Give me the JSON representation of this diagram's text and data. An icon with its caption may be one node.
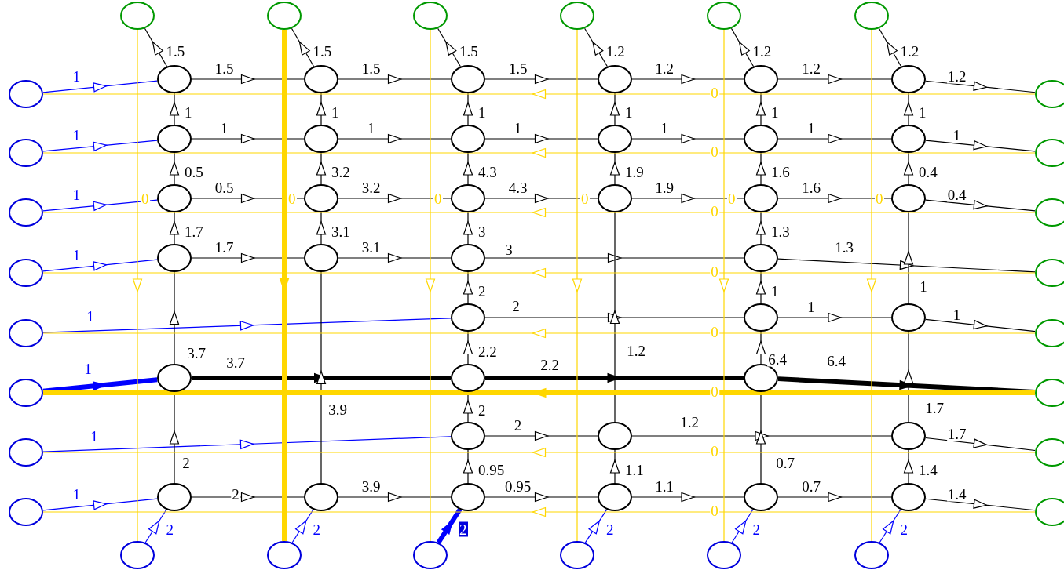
{
  "diagram": {
    "nodes": [
      {
        "text": [],
        "shape": "ellipse"
      },
      {
        "text": [],
        "shape": "ellipse"
      },
      {
        "text": [],
        "shape": "ellipse"
      },
      {
        "text": [],
        "shape": "ellipse"
      },
      {
        "text": [],
        "shape": "ellipse"
      },
      {
        "text": [],
        "shape": "ellipse"
      },
      {
        "text": [],
        "shape": "ellipse"
      },
      {
        "text": [],
        "shape": "ellipse"
      },
      {
        "text": [],
        "shape": "ellipse"
      },
      {
        "text": [],
        "shape": "ellipse"
      },
      {
        "text": [],
        "shape": "ellipse"
      },
      {
        "text": [],
        "shape": "ellipse"
      },
      {
        "text": [],
        "shape": "ellipse"
      },
      {
        "text": [],
        "shape": "ellipse"
      },
      {
        "text": [],
        "shape": "ellipse"
      },
      {
        "text": [],
        "shape": "ellipse"
      },
      {
        "text": [],
        "shape": "ellipse"
      },
      {
        "text": [],
        "shape": "ellipse"
      },
      {
        "text": [],
        "shape": "ellipse"
      },
      {
        "text": [],
        "shape": "ellipse"
      },
      {
        "text": [],
        "shape": "ellipse"
      },
      {
        "text": [],
        "shape": "ellipse"
      },
      {
        "text": [],
        "shape": "ellipse"
      },
      {
        "text": [],
        "shape": "ellipse"
      },
      {
        "text": [],
        "shape": "ellipse"
      },
      {
        "text": [],
        "shape": "ellipse"
      },
      {
        "text": [],
        "shape": "ellipse"
      },
      {
        "text": [],
        "shape": "ellipse"
      },
      {
        "text": [],
        "shape": "ellipse"
      },
      {
        "text": [],
        "shape": "ellipse"
      },
      {
        "text": [],
        "shape": "ellipse"
      },
      {
        "text": [],
        "shape": "ellipse"
      },
      {
        "text": [],
        "shape": "ellipse"
      },
      {
        "text": [],
        "shape": "ellipse"
      },
      {
        "text": [],
        "shape": "ellipse"
      },
      {
        "text": [],
        "shape": "ellipse"
      },
      {
        "text": [],
        "shape": "ellipse"
      },
      {
        "text": [],
        "shape": "ellipse"
      },
      {
        "text": [],
        "shape": "ellipse"
      },
      {
        "text": [],
        "shape": "ellipse"
      },
      {
        "text": [],
        "shape": "ellipse"
      },
      {
        "text": [],
        "shape": "ellipse"
      },
      {
        "text": [],
        "shape": "ellipse"
      },
      {
        "text": [],
        "shape": "ellipse"
      },
      {
        "text": [],
        "shape": "ellipse"
      },
      {
        "text": [],
        "shape": "ellipse"
      },
      {
        "text": [],
        "shape": "ellipse"
      },
      {
        "text": [],
        "shape": "ellipse"
      },
      {
        "text": [],
        "shape": "ellipse"
      },
      {
        "text": [],
        "shape": "ellipse"
      },
      {
        "text": [],
        "shape": "ellipse"
      },
      {
        "text": [],
        "shape": "ellipse"
      },
      {
        "text": [],
        "shape": "ellipse"
      },
      {
        "text": [],
        "shape": "ellipse"
      },
      {
        "text": [],
        "shape": "ellipse"
      },
      {
        "text": [],
        "shape": "ellipse"
      },
      {
        "text": [],
        "shape": "ellipse"
      },
      {
        "text": [],
        "shape": "ellipse"
      },
      {
        "text": [],
        "shape": "ellipse"
      },
      {
        "text": [],
        "shape": "ellipse"
      },
      {
        "text": [],
        "shape": "ellipse"
      },
      {
        "text": [],
        "shape": "ellipse"
      },
      {
        "text": [],
        "shape": "ellipse"
      },
      {
        "text": [],
        "shape": "ellipse"
      },
      {
        "text": [],
        "shape": "ellipse"
      }
    ],
    "edges": [
      {
        "from": 6,
        "to": 7,
        "arrow": "to",
        "label": "1",
        "color": "#0000ff"
      },
      {
        "from": 14,
        "to": 15,
        "arrow": "to",
        "label": "1",
        "color": "#0000ff"
      },
      {
        "from": 22,
        "to": 23,
        "arrow": "to",
        "label": "1",
        "color": "#0000ff"
      },
      {
        "from": 30,
        "to": 31,
        "arrow": "to",
        "label": "1",
        "color": "#0000ff"
      },
      {
        "from": 36,
        "to": 37,
        "arrow": "to",
        "label": "1",
        "color": "#0000ff"
      },
      {
        "from": 41,
        "to": 42,
        "arrow": "to",
        "label": "1",
        "color": "#0000ff",
        "style": "thick"
      },
      {
        "from": 46,
        "to": 47,
        "arrow": "to",
        "label": "1",
        "color": "#0000ff"
      },
      {
        "from": 51,
        "to": 52,
        "arrow": "to",
        "label": "1",
        "color": "#0000ff"
      },
      {
        "from": 7,
        "to": 0,
        "arrow": "to",
        "label": "1.5"
      },
      {
        "from": 8,
        "to": 1,
        "arrow": "to",
        "label": "1.5"
      },
      {
        "from": 9,
        "to": 2,
        "arrow": "to",
        "label": "1.5"
      },
      {
        "from": 10,
        "to": 3,
        "arrow": "to",
        "label": "1.2"
      },
      {
        "from": 11,
        "to": 4,
        "arrow": "to",
        "label": "1.2"
      },
      {
        "from": 12,
        "to": 5,
        "arrow": "to",
        "label": "1.2"
      },
      {
        "from": 59,
        "to": 52,
        "arrow": "to",
        "label": "2",
        "color": "#0000ff"
      },
      {
        "from": 60,
        "to": 53,
        "arrow": "to",
        "label": "2",
        "color": "#0000ff"
      },
      {
        "from": 61,
        "to": 54,
        "arrow": "to",
        "label": "2",
        "color": "#0000ff",
        "style": "thick"
      },
      {
        "from": 62,
        "to": 55,
        "arrow": "to",
        "label": "2",
        "color": "#0000ff"
      },
      {
        "from": 63,
        "to": 56,
        "arrow": "to",
        "label": "2",
        "color": "#0000ff"
      },
      {
        "from": 64,
        "to": 57,
        "arrow": "to",
        "label": "2",
        "color": "#0000ff"
      },
      {
        "from": 12,
        "to": 13,
        "arrow": "to",
        "label": "1.2"
      },
      {
        "from": 20,
        "to": 21,
        "arrow": "to",
        "label": "1"
      },
      {
        "from": 28,
        "to": 29,
        "arrow": "to",
        "label": "0.4"
      },
      {
        "from": 34,
        "to": 35,
        "arrow": "to",
        "label": "1.3"
      },
      {
        "from": 39,
        "to": 40,
        "arrow": "to",
        "label": "1"
      },
      {
        "from": 44,
        "to": 45,
        "arrow": "to",
        "label": "6.4",
        "style": "thick"
      },
      {
        "from": 49,
        "to": 50,
        "arrow": "to",
        "label": "1.7"
      },
      {
        "from": 57,
        "to": 58,
        "arrow": "to",
        "label": "1.4"
      },
      {
        "from": 7,
        "to": 8,
        "arrow": "to",
        "label": "1.5"
      },
      {
        "from": 8,
        "to": 9,
        "arrow": "to",
        "label": "1.5"
      },
      {
        "from": 9,
        "to": 10,
        "arrow": "to",
        "label": "1.5"
      },
      {
        "from": 10,
        "to": 11,
        "arrow": "to",
        "label": "1.2"
      },
      {
        "from": 11,
        "to": 12,
        "arrow": "to",
        "label": "1.2"
      },
      {
        "from": 15,
        "to": 16,
        "arrow": "to",
        "label": "1"
      },
      {
        "from": 16,
        "to": 17,
        "arrow": "to",
        "label": "1"
      },
      {
        "from": 17,
        "to": 18,
        "arrow": "to",
        "label": "1"
      },
      {
        "from": 18,
        "to": 19,
        "arrow": "to",
        "label": "1"
      },
      {
        "from": 19,
        "to": 20,
        "arrow": "to",
        "label": "1"
      },
      {
        "from": 23,
        "to": 24,
        "arrow": "to",
        "label": "0.5"
      },
      {
        "from": 24,
        "to": 25,
        "arrow": "to",
        "label": "3.2"
      },
      {
        "from": 25,
        "to": 26,
        "arrow": "to",
        "label": "4.3"
      },
      {
        "from": 26,
        "to": 27,
        "arrow": "to",
        "label": "1.9"
      },
      {
        "from": 27,
        "to": 28,
        "arrow": "to",
        "label": "1.6"
      },
      {
        "from": 31,
        "to": 32,
        "arrow": "to",
        "label": "1.7"
      },
      {
        "from": 32,
        "to": 33,
        "arrow": "to",
        "label": "3.1"
      },
      {
        "from": 33,
        "to": 34,
        "arrow": "to",
        "label": "3"
      },
      {
        "from": 37,
        "to": 38,
        "arrow": "to",
        "label": "2"
      },
      {
        "from": 38,
        "to": 39,
        "arrow": "to",
        "label": "1"
      },
      {
        "from": 42,
        "to": 43,
        "arrow": "to",
        "label": "3.7",
        "style": "thick"
      },
      {
        "from": 43,
        "to": 44,
        "arrow": "to",
        "label": "2.2",
        "style": "thick"
      },
      {
        "from": 47,
        "to": 48,
        "arrow": "to",
        "label": "2"
      },
      {
        "from": 48,
        "to": 49,
        "arrow": "to",
        "label": "1.2"
      },
      {
        "from": 52,
        "to": 53,
        "arrow": "to",
        "label": "2"
      },
      {
        "from": 53,
        "to": 54,
        "arrow": "to",
        "label": "3.9"
      },
      {
        "from": 54,
        "to": 55,
        "arrow": "to",
        "label": "0.95"
      },
      {
        "from": 55,
        "to": 56,
        "arrow": "to",
        "label": "1.1"
      },
      {
        "from": 56,
        "to": 57,
        "arrow": "to",
        "label": "0.7"
      },
      {
        "from": 15,
        "to": 7,
        "arrow": "to",
        "label": "1"
      },
      {
        "from": 23,
        "to": 15,
        "arrow": "to",
        "label": "0.5"
      },
      {
        "from": 31,
        "to": 23,
        "arrow": "to",
        "label": "1.7"
      },
      {
        "from": 42,
        "to": 31,
        "arrow": "to",
        "label": "3.7"
      },
      {
        "from": 52,
        "to": 42,
        "arrow": "to",
        "label": "2"
      },
      {
        "from": 16,
        "to": 8,
        "arrow": "to",
        "label": "1"
      },
      {
        "from": 24,
        "to": 16,
        "arrow": "to",
        "label": "3.2"
      },
      {
        "from": 32,
        "to": 24,
        "arrow": "to",
        "label": "3.1"
      },
      {
        "from": 53,
        "to": 32,
        "arrow": "to",
        "label": "3.9"
      },
      {
        "from": 17,
        "to": 9,
        "arrow": "to",
        "label": "1"
      },
      {
        "from": 25,
        "to": 17,
        "arrow": "to",
        "label": "4.3"
      },
      {
        "from": 33,
        "to": 25,
        "arrow": "to",
        "label": "3"
      },
      {
        "from": 37,
        "to": 33,
        "arrow": "to",
        "label": "2"
      },
      {
        "from": 43,
        "to": 37,
        "arrow": "to",
        "label": "2.2"
      },
      {
        "from": 47,
        "to": 43,
        "arrow": "to",
        "label": "2"
      },
      {
        "from": 54,
        "to": 47,
        "arrow": "to",
        "label": "0.95"
      },
      {
        "from": 18,
        "to": 10,
        "arrow": "to",
        "label": "1"
      },
      {
        "from": 26,
        "to": 18,
        "arrow": "to",
        "label": "1.9"
      },
      {
        "from": 48,
        "to": 26,
        "arrow": "to",
        "label": "1.2"
      },
      {
        "from": 55,
        "to": 48,
        "arrow": "to",
        "label": "1.1"
      },
      {
        "from": 19,
        "to": 11,
        "arrow": "to",
        "label": "1"
      },
      {
        "from": 27,
        "to": 19,
        "arrow": "to",
        "label": "1.6"
      },
      {
        "from": 34,
        "to": 27,
        "arrow": "to",
        "label": "1.3"
      },
      {
        "from": 38,
        "to": 34,
        "arrow": "to",
        "label": "1"
      },
      {
        "from": 44,
        "to": 38,
        "arrow": "to",
        "label": "6.4"
      },
      {
        "from": 56,
        "to": 44,
        "arrow": "to",
        "label": "0.7"
      },
      {
        "from": 20,
        "to": 12,
        "arrow": "to",
        "label": "1"
      },
      {
        "from": 28,
        "to": 20,
        "arrow": "to",
        "label": "0.4"
      },
      {
        "from": 39,
        "to": 28,
        "arrow": "to",
        "label": "1"
      },
      {
        "from": 49,
        "to": 39,
        "arrow": "to",
        "label": "1.7"
      },
      {
        "from": 57,
        "to": 49,
        "arrow": "to",
        "label": "1.4"
      },
      {
        "from": 13,
        "to": 6,
        "arrow": "to",
        "label": "0",
        "color": "#ffd700"
      },
      {
        "from": 21,
        "to": 14,
        "arrow": "to",
        "label": "0",
        "color": "#ffd700"
      },
      {
        "from": 29,
        "to": 22,
        "arrow": "to",
        "label": "0",
        "color": "#ffd700"
      },
      {
        "from": 35,
        "to": 30,
        "arrow": "to",
        "label": "0",
        "color": "#ffd700"
      },
      {
        "from": 40,
        "to": 36,
        "arrow": "to",
        "label": "0",
        "color": "#ffd700"
      },
      {
        "from": 45,
        "to": 41,
        "arrow": "to",
        "label": "0",
        "color": "#ffd700",
        "style": "thick"
      },
      {
        "from": 50,
        "to": 46,
        "arrow": "to",
        "label": "0",
        "color": "#ffd700"
      },
      {
        "from": 58,
        "to": 51,
        "arrow": "to",
        "label": "0",
        "color": "#ffd700"
      },
      {
        "from": 0,
        "to": 59,
        "arrow": "to",
        "label": "0",
        "color": "#ffd700"
      },
      {
        "from": 1,
        "to": 60,
        "arrow": "to",
        "label": "0",
        "color": "#ffd700",
        "style": "thick"
      },
      {
        "from": 2,
        "to": 61,
        "arrow": "to",
        "label": "0",
        "color": "#ffd700"
      },
      {
        "from": 3,
        "to": 62,
        "arrow": "to",
        "label": "0",
        "color": "#ffd700"
      },
      {
        "from": 4,
        "to": 63,
        "arrow": "to",
        "label": "0",
        "color": "#ffd700"
      },
      {
        "from": 5,
        "to": 64,
        "arrow": "to",
        "label": "0",
        "color": "#ffd700"
      }
    ]
  }
}
